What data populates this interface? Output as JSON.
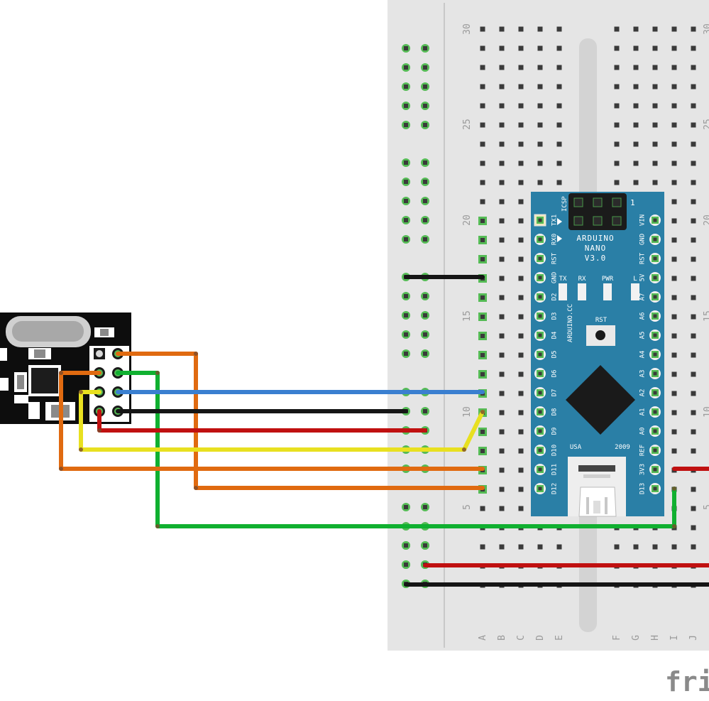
{
  "breadboard": {
    "row_labels": [
      "30",
      "25",
      "20",
      "15",
      "10",
      "5"
    ],
    "column_labels_left": [
      "A",
      "B",
      "C",
      "D",
      "E"
    ],
    "column_labels_right": [
      "F",
      "G",
      "H",
      "I",
      "J"
    ]
  },
  "arduino": {
    "title_line1": "ARDUINO",
    "title_line2": "NANO",
    "title_line3": "V3.0",
    "icsp_label": "ICSP",
    "pin1_label": "1",
    "left_pins": [
      "TX1",
      "RX0",
      "RST",
      "GND",
      "D2",
      "D3",
      "D4",
      "D5",
      "D6",
      "D7",
      "D8",
      "D9",
      "D10",
      "D11",
      "D12"
    ],
    "right_pins": [
      "VIN",
      "GND",
      "RST",
      "5V",
      "A7",
      "A6",
      "A5",
      "A4",
      "A3",
      "A2",
      "A1",
      "A0",
      "REF",
      "3V3",
      "D13"
    ],
    "led_labels": [
      "TX",
      "RX",
      "PWR",
      "L"
    ],
    "rst_label": "RST",
    "site_label": "ARDUINO.CC",
    "usa_label": "USA",
    "year_label": "2009"
  },
  "watermark": "fritzing",
  "colors": {
    "board": "#e6e6e6",
    "hole": "#3a3a3a",
    "hole_active": "#55bb55",
    "nano": "#2a7fa6",
    "wire_orange": "#e06a10",
    "wire_green": "#10b030",
    "wire_blue": "#3a7fd0",
    "wire_black": "#151515",
    "wire_red": "#c01010",
    "wire_yellow": "#e8e020"
  }
}
